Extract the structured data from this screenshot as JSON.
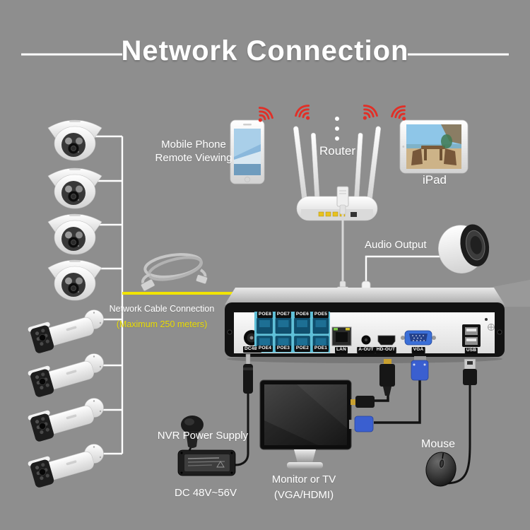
{
  "title": {
    "text": "Network Connection"
  },
  "annotations": {
    "mobile_phone": [
      "Mobile Phone",
      "Remote Viewing"
    ],
    "router": "Router",
    "ipad": "iPad",
    "audio_output": "Audio Output",
    "network_cable": "Network Cable Connection",
    "network_cable_note": "(Maximum 250 meters)",
    "nvr_power_supply": "NVR Power Supply",
    "power_rating": "DC 48V~56V",
    "monitor": "Monitor or TV",
    "monitor_note": "(VGA/HDMI)",
    "mouse": "Mouse"
  },
  "nvr_ports": {
    "dc": "DC48V",
    "poe_top": [
      "POE8",
      "POE7",
      "POE6",
      "POE5"
    ],
    "poe_bottom": [
      "POE4",
      "POE3",
      "POE2",
      "POE1"
    ],
    "lan": "LAN",
    "audio_out": "A-OUT",
    "hdmi_out": "HD-OUT",
    "vga": "VGA",
    "usb": "USB"
  },
  "devices": {
    "dome_camera_count": 4,
    "bullet_camera_count": 4
  },
  "icons": {
    "wifi": "wifi-icon (red wireless waves)"
  },
  "colors": {
    "background": "#8e8e8e",
    "wifi_red": "#e12f27",
    "cable_yellow": "#f2e400",
    "note_yellow": "#ecdf00",
    "poe_panel_blue": "#5fc0d8",
    "vga_blue": "#3a5fd0",
    "hdmi_gold": "#c8a030"
  }
}
